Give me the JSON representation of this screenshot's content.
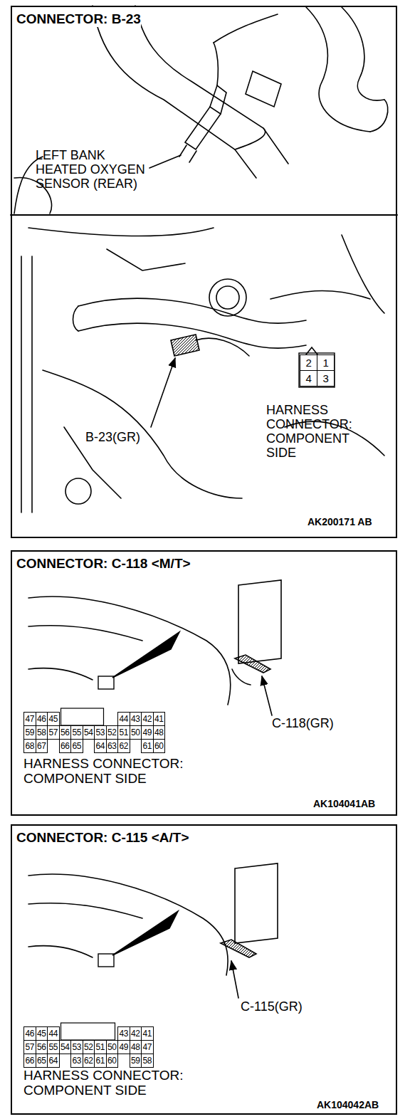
{
  "diagram": {
    "nodes": [
      {
        "text": [
          "CONNECTOR: B-23"
        ]
      },
      {
        "text": [
          "CONNECTOR: C-118 <M/T>"
        ]
      },
      {
        "text": [
          "CONNECTOR: C-115 <A/T>"
        ]
      }
    ],
    "labels": [
      "LEFT BANK HEATED OXYGEN SENSOR (REAR)",
      "2",
      "1",
      "4",
      "3",
      "B-23(GR)",
      "HARNESS CONNECTOR: COMPONENT SIDE",
      "AK200171 AB",
      "47",
      "46",
      "45",
      "44",
      "43",
      "42",
      "41",
      "59",
      "58",
      "57",
      "56",
      "55",
      "54",
      "53",
      "52",
      "51",
      "50",
      "49",
      "48",
      "68",
      "67",
      "66",
      "65",
      "64",
      "63",
      "62",
      "61",
      "60",
      "C-118(GR)",
      "HARNESS CONNECTOR: COMPONENT SIDE",
      "AK104041AB",
      "46",
      "45",
      "44",
      "43",
      "42",
      "41",
      "57",
      "56",
      "55",
      "54",
      "53",
      "52",
      "51",
      "50",
      "49",
      "48",
      "47",
      "66",
      "65",
      "64",
      "63",
      "62",
      "61",
      "60",
      "59",
      "58",
      "C-115(GR)",
      "HARNESS CONNECTOR: COMPONENT SIDE",
      "AK104042AB"
    ]
  }
}
